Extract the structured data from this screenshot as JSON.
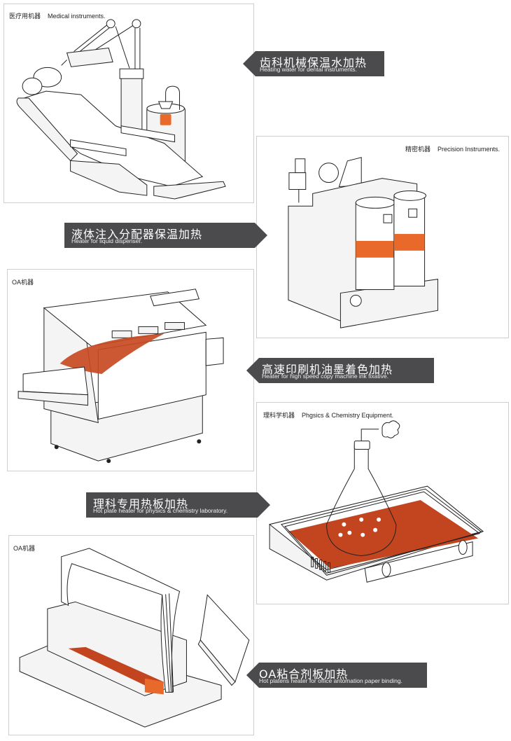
{
  "colors": {
    "banner_bg": "#4b4b4d",
    "heater_orange": "#e8692a",
    "heater_dark": "#c2451f",
    "panel_border": "#cfcfcf"
  },
  "panels": [
    {
      "label_zh": "医疗用机器",
      "label_en": "Medical instruments.",
      "illustration": "dental-chair"
    },
    {
      "label_zh": "精密机器",
      "label_en": "Precision Instruments.",
      "illustration": "liquid-dispenser"
    },
    {
      "label_zh": "OA机器",
      "label_en": "",
      "illustration": "copy-machine"
    },
    {
      "label_zh": "理科学机器",
      "label_en": "Phgsics & Chemistry Equipment.",
      "illustration": "hot-plate-flask"
    },
    {
      "label_zh": "OA机器",
      "label_en": "",
      "illustration": "paper-binder"
    }
  ],
  "banners": [
    {
      "title_zh": "齿科机械保温水加热",
      "subtitle_en": "Heating water for dental instruments.",
      "arrow": "left"
    },
    {
      "title_zh": "液体注入分配器保温加热",
      "subtitle_en": "Heater for liquid dispenser.",
      "arrow": "right"
    },
    {
      "title_zh": "高速印刷机油墨着色加热",
      "subtitle_en": "Heater for high speed copy machine ink fixative.",
      "arrow": "left"
    },
    {
      "title_zh": "理科专用热板加热",
      "subtitle_en": "Hot plate heater for physics & chemistry laboratory.",
      "arrow": "right"
    },
    {
      "title_zh": "OA粘合剂板加热",
      "subtitle_en": "Hot platens heater for office antomation paper binding.",
      "arrow": "left"
    }
  ]
}
